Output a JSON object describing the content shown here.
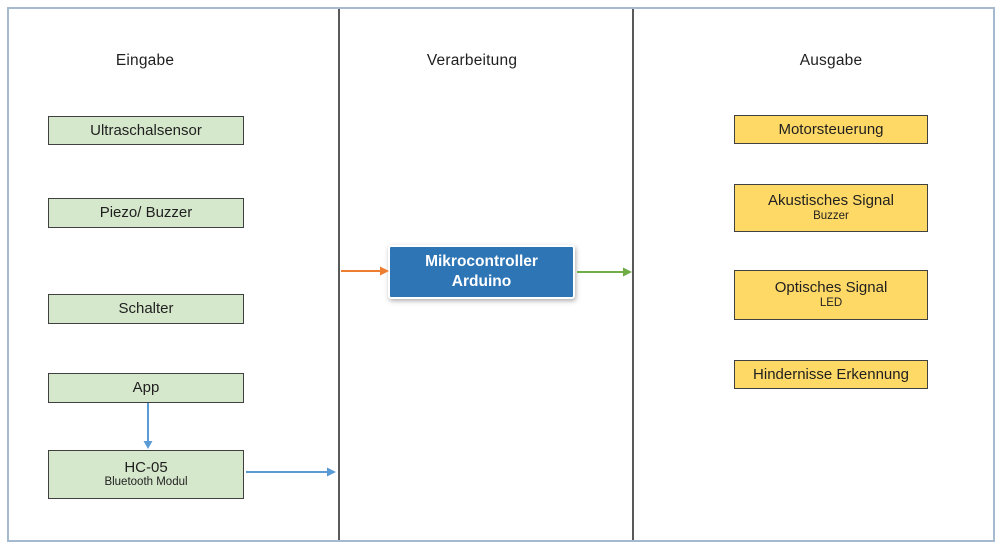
{
  "colors": {
    "frame_border": "#A5BACF",
    "divider": "#595959",
    "box_text": "#1F1F1F",
    "input_fill": "#D6E8CC",
    "input_border": "#404040",
    "process_fill": "#2E75B6",
    "process_border": "#FFFFFF",
    "process_text": "#FFFFFF",
    "output_fill": "#FFD966",
    "output_border": "#404040",
    "arrow_orange": "#ED7D31",
    "arrow_green": "#70AD47",
    "arrow_blue": "#5B9BD5"
  },
  "columns": {
    "input": {
      "title": "Eingabe",
      "boxes": [
        {
          "label": "Ultraschalsensor"
        },
        {
          "label": "Piezo/ Buzzer"
        },
        {
          "label": "Schalter"
        },
        {
          "label": "App"
        },
        {
          "label": "HC-05",
          "sublabel": "Bluetooth Modul"
        }
      ]
    },
    "processing": {
      "title": "Verarbeitung",
      "box": {
        "line1": "Mikrocontroller",
        "line2": "Arduino"
      }
    },
    "output": {
      "title": "Ausgabe",
      "boxes": [
        {
          "label": "Motorsteuerung"
        },
        {
          "label": "Akustisches Signal",
          "sublabel": "Buzzer"
        },
        {
          "label": "Optisches Signal",
          "sublabel": "LED"
        },
        {
          "label": "Hindernisse Erkennung"
        }
      ]
    }
  },
  "arrows": [
    {
      "name": "input-to-microcontroller",
      "color": "#ED7D31"
    },
    {
      "name": "microcontroller-to-output",
      "color": "#70AD47"
    },
    {
      "name": "app-to-hc05",
      "color": "#5B9BD5"
    },
    {
      "name": "hc05-to-processing",
      "color": "#5B9BD5"
    }
  ]
}
